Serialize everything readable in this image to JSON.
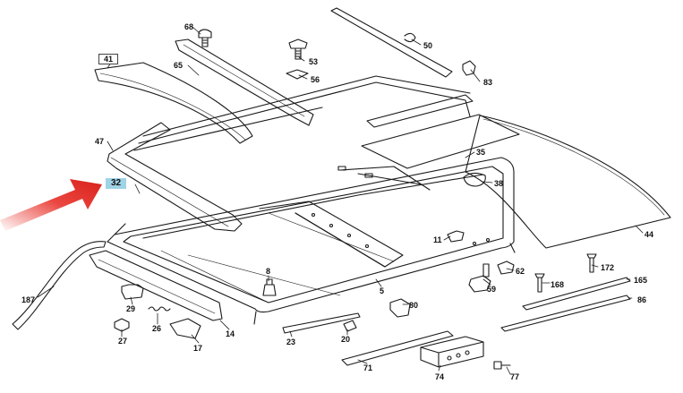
{
  "diagram": {
    "highlight_color": "#9fd3e6",
    "arrow_color": "#e8322a",
    "line_color": "#1a1a1a",
    "callouts": {
      "p41": "41",
      "p68": "68",
      "p65": "65",
      "p53": "53",
      "p56": "56",
      "p50": "50",
      "p83": "83",
      "p47": "47",
      "p35": "35",
      "p38": "38",
      "p32": "32",
      "p44": "44",
      "p11": "11",
      "p8": "8",
      "p62": "62",
      "p172": "172",
      "p59": "59",
      "p168": "168",
      "p165": "165",
      "p86": "86",
      "p187": "187",
      "p29": "29",
      "p26": "26",
      "p27": "27",
      "p17": "17",
      "p14": "14",
      "p5": "5",
      "p80": "80",
      "p23": "23",
      "p20": "20",
      "p71": "71",
      "p74": "74",
      "p77": "77"
    }
  }
}
